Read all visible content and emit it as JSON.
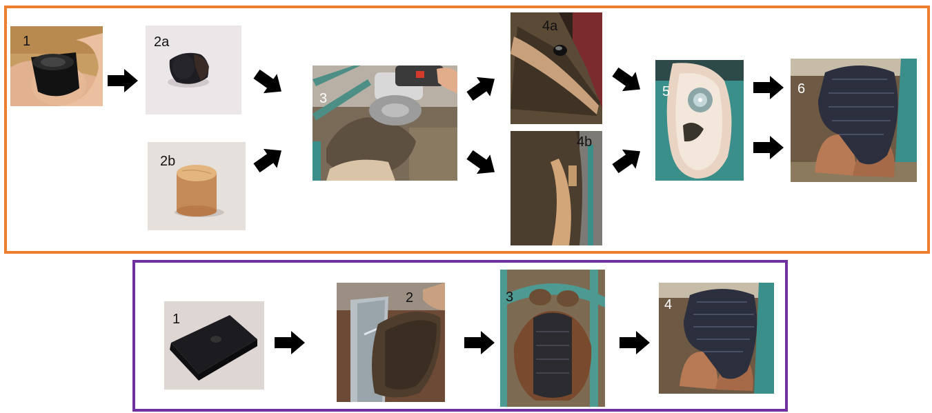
{
  "top_panel": {
    "frame_color": "#ed7d31",
    "steps": [
      {
        "label": "1",
        "icon": "hoof-block-cap-photo"
      },
      {
        "label": "2a",
        "icon": "rubber-block-photo"
      },
      {
        "label": "2b",
        "icon": "wooden-plug-photo"
      },
      {
        "label": "3",
        "icon": "angle-grinder-hoof-photo"
      },
      {
        "label": "4a",
        "icon": "hoof-side-rubber-photo"
      },
      {
        "label": "4b",
        "icon": "hoof-side-wood-photo"
      },
      {
        "label": "5",
        "icon": "hoof-sole-photo"
      },
      {
        "label": "6",
        "icon": "bandaged-hoof-photo"
      }
    ]
  },
  "bottom_panel": {
    "frame_color": "#7030a0",
    "steps": [
      {
        "label": "1",
        "icon": "foam-block-photo"
      },
      {
        "label": "2",
        "icon": "metal-plate-hoof-photo"
      },
      {
        "label": "3",
        "icon": "hoof-bottom-wrap-photo"
      },
      {
        "label": "4",
        "icon": "bandaged-hoof-photo"
      }
    ]
  },
  "arrow_color": "#000000"
}
